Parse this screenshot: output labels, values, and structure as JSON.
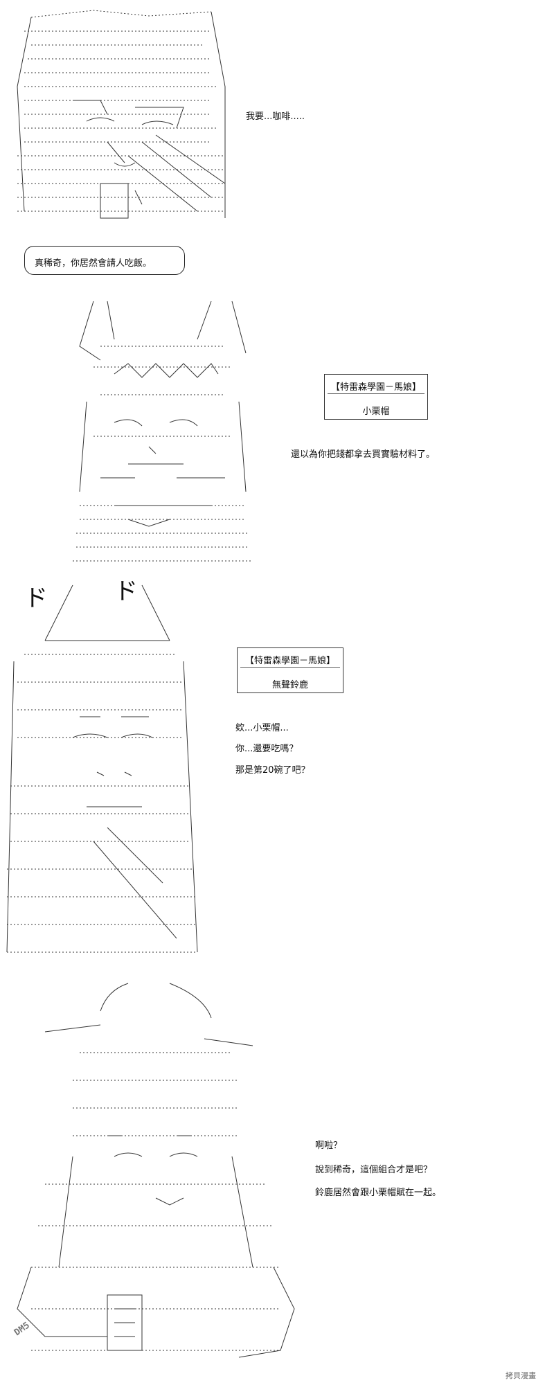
{
  "panels": [
    {
      "id": 1,
      "lines": [
        "我要...咖啡....."
      ],
      "bubble": "真稀奇，你居然會請人吃飯。"
    },
    {
      "id": 2,
      "name_header": "【特雷森學園－馬娘】",
      "name": "小栗帽",
      "lines": [
        "還以為你把錢都拿去買實驗材料了。"
      ]
    },
    {
      "id": 3,
      "name_header": "【特雷森學園－馬娘】",
      "name": "無聲鈴鹿",
      "lines": [
        "欸...小栗帽...",
        "你...還要吃嗎？",
        "那是第20碗了吧？"
      ]
    },
    {
      "id": 4,
      "lines": [
        "啊啦？",
        "說到稀奇，這個組合才是吧？",
        "鈴鹿居然會跟小栗帽賦在一起。"
      ]
    }
  ],
  "watermark": {
    "logo": "DM5",
    "site": "拷貝漫畫"
  }
}
